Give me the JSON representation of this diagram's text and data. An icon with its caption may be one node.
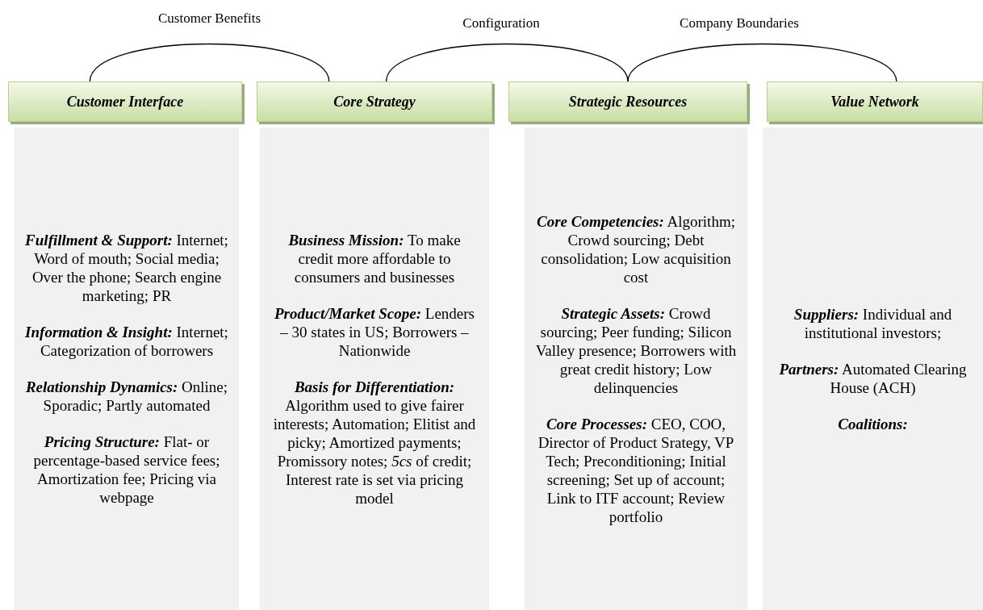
{
  "diagram": {
    "nodes": [
      {
        "text": [
          "Customer Interface"
        ]
      },
      {
        "text": [
          "Core Strategy"
        ]
      },
      {
        "text": [
          "Strategic Resources"
        ]
      },
      {
        "text": [
          "Value Network"
        ]
      },
      {
        "text": [
          "**Fulfillment & Support:** Internet; Word of mouth; Social media; Over the phone; Search engine marketing; PR",
          "**Information & Insight:** Internet; Categorization of borrowers",
          "**Relationship Dynamics:** Online; Sporadic; Partly automated",
          "**Pricing Structure:** Flat- or percentage-based service fees; Amortization fee; Pricing via webpage"
        ]
      },
      {
        "text": [
          "**Business Mission:** To make credit more affordable to consumers and businesses",
          "**Product/Market Scope:** Lenders – 30 states in US; Borrowers – Nationwide",
          "**Basis for Differentiation:** Algorithm used to give fairer interests; Automation; Elitist and picky; Amortized payments; Promissory notes; *5cs* of credit; Interest rate is set via pricing model"
        ]
      },
      {
        "text": [
          "**Core Competencies:** Algorithm; Crowd sourcing; Debt consolidation; Low acquisition cost",
          "**Strategic Assets:** Crowd sourcing; Peer funding; Silicon Valley presence; Borrowers with great credit history; Low delinquencies",
          "**Core Processes:** CEO, COO, Director of Product Srategy, VP Tech; Preconditioning; Initial screening; Set up of account; Link to ITF account; Review portfolio"
        ]
      },
      {
        "text": [
          "**Suppliers:** Individual and institutional investors;",
          "**Partners:** Automated Clearing House (ACH)",
          "**Coalitions:**"
        ]
      }
    ],
    "edges": [
      {
        "from": 0,
        "to": 1,
        "arrow": "none",
        "label": "Customer Benefits"
      },
      {
        "from": 1,
        "to": 2,
        "arrow": "none",
        "label": "Configuration"
      },
      {
        "from": 2,
        "to": 3,
        "arrow": "none",
        "label": "Company Boundaries"
      }
    ]
  }
}
